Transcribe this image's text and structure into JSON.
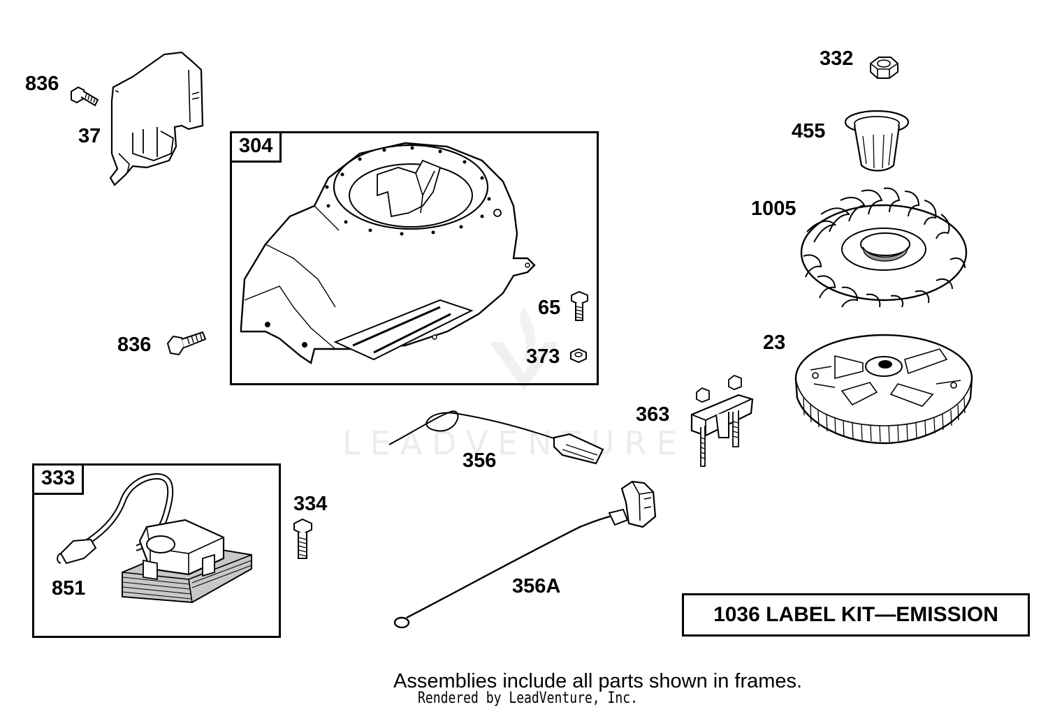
{
  "callouts": {
    "c836a": "836",
    "c37": "37",
    "c304": "304",
    "c65": "65",
    "c373": "373",
    "c836b": "836",
    "c332": "332",
    "c455": "455",
    "c1005": "1005",
    "c23": "23",
    "c363": "363",
    "c356": "356",
    "c356a": "356A",
    "c333": "333",
    "c334": "334",
    "c851": "851"
  },
  "kit_label": "1036 LABEL KIT—EMISSION",
  "footer_note": "Assemblies include all parts shown in frames.",
  "credit": "Rendered by LeadVenture, Inc.",
  "watermark": "LEADVENTURE",
  "colors": {
    "ink": "#000000",
    "watermark": "#ececec",
    "shade": "#b0b0b0"
  }
}
